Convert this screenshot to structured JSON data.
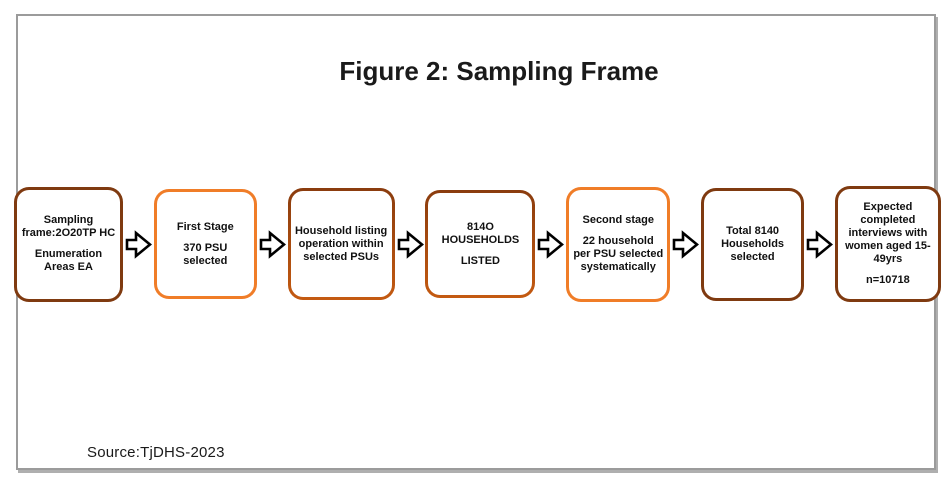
{
  "figure": {
    "title": "Figure 2: Sampling Frame",
    "source": "Source:TjDHS-2023"
  },
  "colors": {
    "dark_brown": "#7f3a10",
    "orange": "#f07d28",
    "gradient_top": "#8a3c0e",
    "gradient_bottom": "#c45a11",
    "frame_border": "#9b9b9b",
    "arrow_outline": "#000000",
    "arrow_fill": "#ffffff"
  },
  "flow": {
    "boxes": [
      {
        "id": "sampling-frame",
        "line1": "Sampling frame:2O20TP HC",
        "line2": "Enumeration Areas EA",
        "border": "dark"
      },
      {
        "id": "first-stage",
        "line1": "First Stage",
        "line2": "370 PSU selected",
        "border": "orange"
      },
      {
        "id": "household-listing",
        "line1": "Household listing operation within selected PSUs",
        "line2": "",
        "border": "gradient"
      },
      {
        "id": "households-listed",
        "line1": "814O HOUSEHOLDS",
        "line2": "LISTED",
        "border": "gradient"
      },
      {
        "id": "second-stage",
        "line1": "Second stage",
        "line2": "22 household per PSU selected systematically",
        "border": "orange"
      },
      {
        "id": "households-selected",
        "line1": "Total 8140 Households selected",
        "line2": "",
        "border": "dark"
      },
      {
        "id": "expected-interviews",
        "line1": "Expected completed interviews with women aged 15-49yrs",
        "line2": "n=10718",
        "border": "dark"
      }
    ]
  }
}
